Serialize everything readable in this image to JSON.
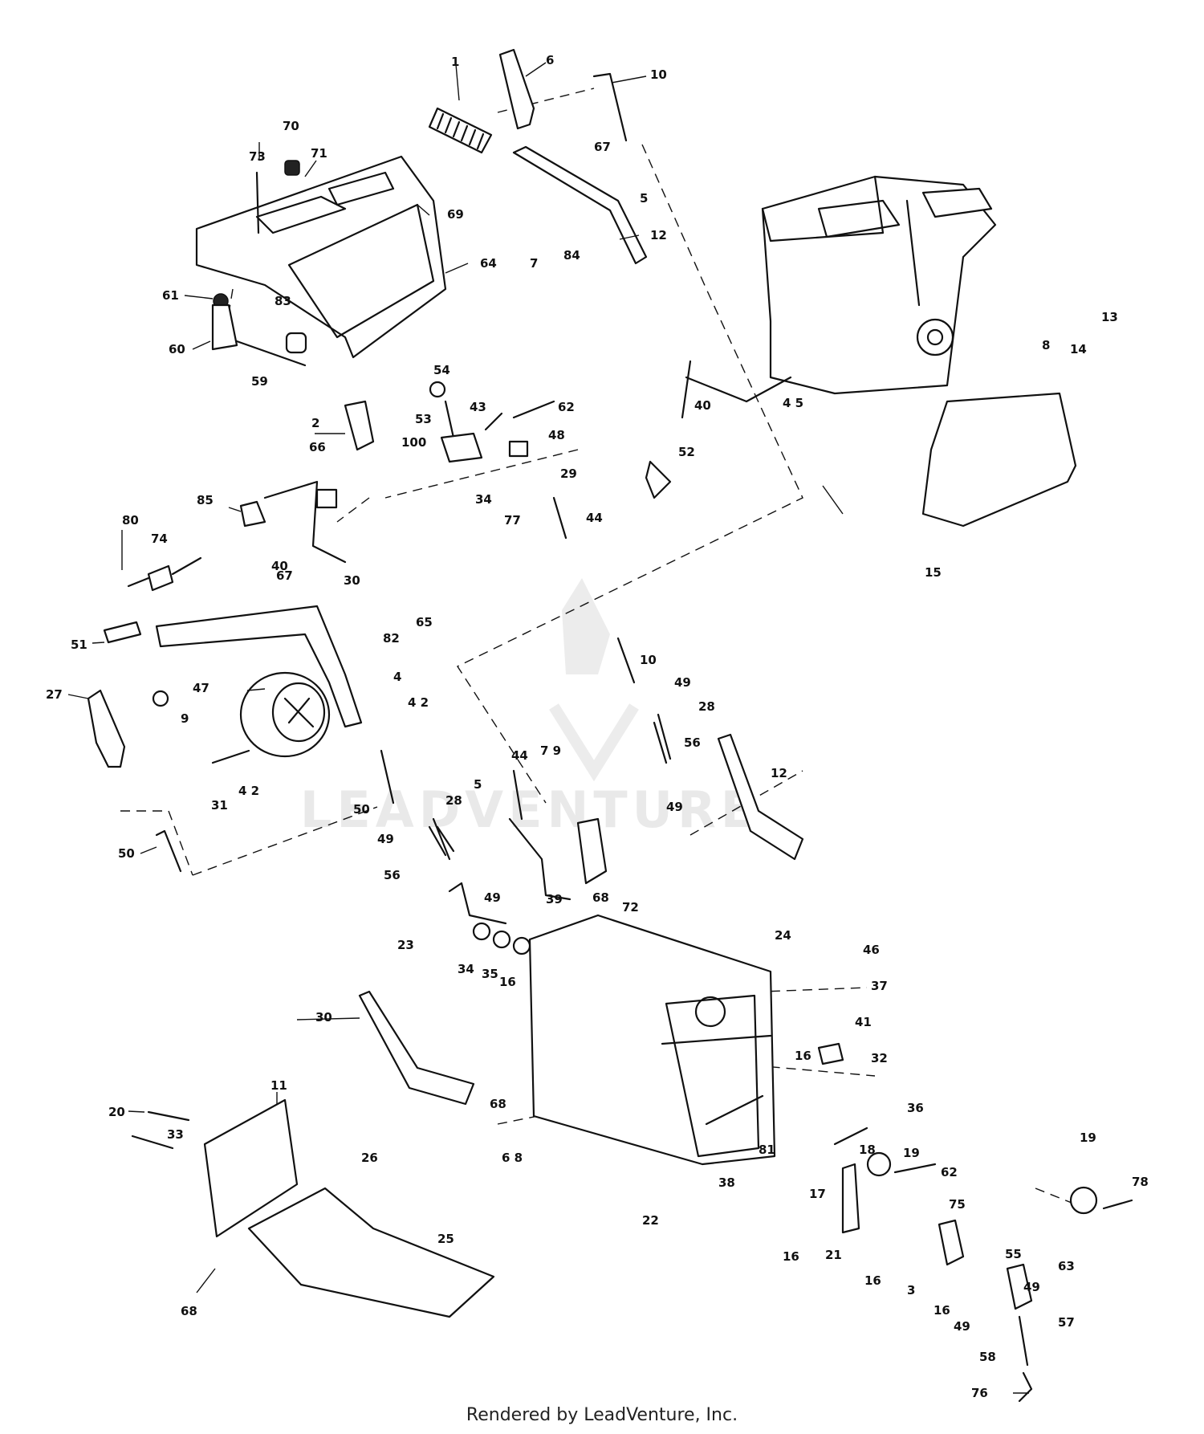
{
  "watermark": {
    "text": "LEADVENTURE"
  },
  "footer": {
    "text": "Rendered by LeadVenture, Inc."
  },
  "callouts": [
    {
      "id": "c1",
      "label": "1"
    },
    {
      "id": "c6",
      "label": "6"
    },
    {
      "id": "c10a",
      "label": "10"
    },
    {
      "id": "c70",
      "label": "70"
    },
    {
      "id": "c73",
      "label": "73"
    },
    {
      "id": "c71",
      "label": "71"
    },
    {
      "id": "c69",
      "label": "69"
    },
    {
      "id": "c64",
      "label": "64"
    },
    {
      "id": "c67a",
      "label": "67"
    },
    {
      "id": "c5a",
      "label": "5"
    },
    {
      "id": "c12a",
      "label": "12"
    },
    {
      "id": "c7",
      "label": "7"
    },
    {
      "id": "c84",
      "label": "84"
    },
    {
      "id": "c61",
      "label": "61"
    },
    {
      "id": "c83",
      "label": "83"
    },
    {
      "id": "c60",
      "label": "60"
    },
    {
      "id": "c59",
      "label": "59"
    },
    {
      "id": "c54",
      "label": "54"
    },
    {
      "id": "c2",
      "label": "2"
    },
    {
      "id": "c66",
      "label": "66"
    },
    {
      "id": "c53",
      "label": "53"
    },
    {
      "id": "c43",
      "label": "43"
    },
    {
      "id": "c62a",
      "label": "62"
    },
    {
      "id": "c48",
      "label": "48"
    },
    {
      "id": "c100",
      "label": "100"
    },
    {
      "id": "c34a",
      "label": "34"
    },
    {
      "id": "c77",
      "label": "77"
    },
    {
      "id": "c29",
      "label": "29"
    },
    {
      "id": "c40a",
      "label": "40"
    },
    {
      "id": "c45",
      "label": "4 5"
    },
    {
      "id": "c13",
      "label": "13"
    },
    {
      "id": "c8",
      "label": "8"
    },
    {
      "id": "c14",
      "label": "14"
    },
    {
      "id": "c52",
      "label": "52"
    },
    {
      "id": "c44a",
      "label": "44"
    },
    {
      "id": "c85",
      "label": "85"
    },
    {
      "id": "c80",
      "label": "80"
    },
    {
      "id": "c74",
      "label": "74"
    },
    {
      "id": "c40b",
      "label": "40"
    },
    {
      "id": "c15",
      "label": "15"
    },
    {
      "id": "c67b",
      "label": "67"
    },
    {
      "id": "c30a",
      "label": "30"
    },
    {
      "id": "c65",
      "label": "65"
    },
    {
      "id": "c82",
      "label": "82"
    },
    {
      "id": "c51",
      "label": "51"
    },
    {
      "id": "c4",
      "label": "4"
    },
    {
      "id": "c42a",
      "label": "4 2"
    },
    {
      "id": "c10b",
      "label": "10"
    },
    {
      "id": "c47",
      "label": "47"
    },
    {
      "id": "c27",
      "label": "27"
    },
    {
      "id": "c9",
      "label": "9"
    },
    {
      "id": "c49a",
      "label": "49"
    },
    {
      "id": "c28a",
      "label": "28"
    },
    {
      "id": "c56a",
      "label": "56"
    },
    {
      "id": "c12b",
      "label": "12"
    },
    {
      "id": "c44b",
      "label": "44"
    },
    {
      "id": "c79",
      "label": "7 9"
    },
    {
      "id": "c31",
      "label": "31"
    },
    {
      "id": "c42b",
      "label": "4 2"
    },
    {
      "id": "c50a",
      "label": "50"
    },
    {
      "id": "c5b",
      "label": "5"
    },
    {
      "id": "c28b",
      "label": "28"
    },
    {
      "id": "c49b",
      "label": "49"
    },
    {
      "id": "c49c",
      "label": "49"
    },
    {
      "id": "c50b",
      "label": "50"
    },
    {
      "id": "c56b",
      "label": "56"
    },
    {
      "id": "c49d",
      "label": "49"
    },
    {
      "id": "c39",
      "label": "39"
    },
    {
      "id": "c68a",
      "label": "68"
    },
    {
      "id": "c72",
      "label": "72"
    },
    {
      "id": "c23",
      "label": "23"
    },
    {
      "id": "c34b",
      "label": "34"
    },
    {
      "id": "c35",
      "label": "35"
    },
    {
      "id": "c16a",
      "label": "16"
    },
    {
      "id": "c24",
      "label": "24"
    },
    {
      "id": "c46",
      "label": "46"
    },
    {
      "id": "c37",
      "label": "37"
    },
    {
      "id": "c30b",
      "label": "30"
    },
    {
      "id": "c41",
      "label": "41"
    },
    {
      "id": "c16b",
      "label": "16"
    },
    {
      "id": "c32",
      "label": "32"
    },
    {
      "id": "c11",
      "label": "11"
    },
    {
      "id": "c20",
      "label": "20"
    },
    {
      "id": "c33",
      "label": "33"
    },
    {
      "id": "c68b",
      "label": "68"
    },
    {
      "id": "c26",
      "label": "26"
    },
    {
      "id": "c68c",
      "label": "6 8"
    },
    {
      "id": "c36",
      "label": "36"
    },
    {
      "id": "c81",
      "label": "81"
    },
    {
      "id": "c18",
      "label": "18"
    },
    {
      "id": "c19a",
      "label": "19"
    },
    {
      "id": "c19b",
      "label": "19"
    },
    {
      "id": "c38",
      "label": "38"
    },
    {
      "id": "c17",
      "label": "17"
    },
    {
      "id": "c62b",
      "label": "62"
    },
    {
      "id": "c78",
      "label": "78"
    },
    {
      "id": "c22",
      "label": "22"
    },
    {
      "id": "c75",
      "label": "75"
    },
    {
      "id": "c25",
      "label": "25"
    },
    {
      "id": "c16c",
      "label": "16"
    },
    {
      "id": "c21",
      "label": "21"
    },
    {
      "id": "c55",
      "label": "55"
    },
    {
      "id": "c63",
      "label": "63"
    },
    {
      "id": "c16d",
      "label": "16"
    },
    {
      "id": "c3",
      "label": "3"
    },
    {
      "id": "c49e",
      "label": "49"
    },
    {
      "id": "c16e",
      "label": "16"
    },
    {
      "id": "c57",
      "label": "57"
    },
    {
      "id": "c68d",
      "label": "68"
    },
    {
      "id": "c49f",
      "label": "49"
    },
    {
      "id": "c58",
      "label": "58"
    },
    {
      "id": "c76",
      "label": "76"
    }
  ]
}
